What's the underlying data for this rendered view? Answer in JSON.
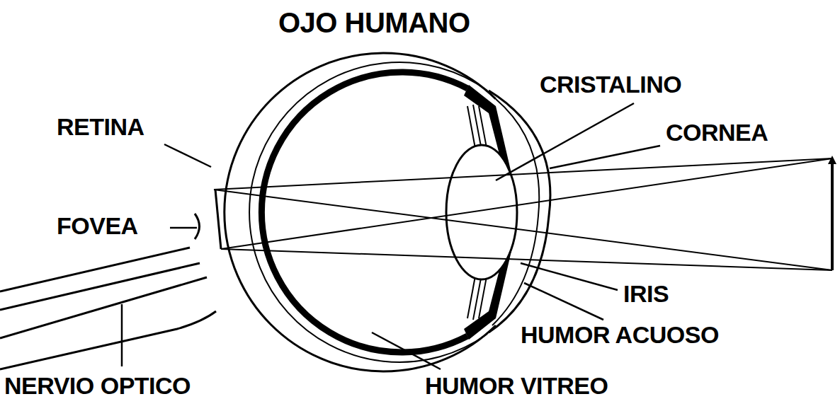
{
  "diagram": {
    "title": "OJO HUMANO",
    "labels": [
      "CRISTALINO",
      "CORNEA",
      "RETINA",
      "FOVEA",
      "IRIS",
      "HUMOR ACUOSO",
      "NERVIO OPTICO",
      "HUMOR VITREO"
    ]
  }
}
